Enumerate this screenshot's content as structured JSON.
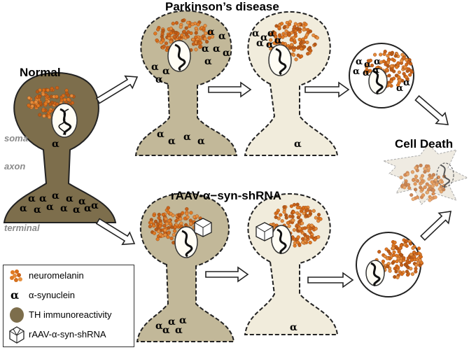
{
  "title_pd": "Parkinson’s disease",
  "title_normal": "Normal",
  "title_shrna": "rAAV-α−syn-shRNA",
  "title_death": "Cell Death",
  "labels": {
    "soma": "soma",
    "axon": "axon",
    "terminal": "terminal"
  },
  "alpha_glyph": "α",
  "legend": [
    {
      "icon": "neuromelanin-icon",
      "text": "neuromelanin"
    },
    {
      "icon": "alpha-synuclein-icon",
      "text": "α-synuclein"
    },
    {
      "icon": "th-immunoreactivity-icon",
      "text": "TH immunoreactivity"
    },
    {
      "icon": "raav-vector-icon",
      "text": "rAAV-α-syn-shRNA"
    }
  ],
  "colors": {
    "th_dark": "#7d6e4c",
    "th_mid": "#c2b899",
    "th_light": "#f1ecdc",
    "neuromelanin": "#e07a23",
    "neuromelanin_dark": "#a24a10",
    "outline": "#222222"
  }
}
